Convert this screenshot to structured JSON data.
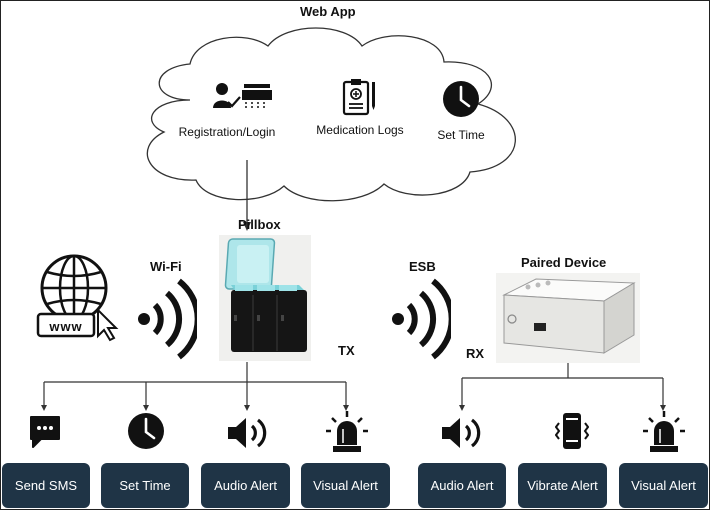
{
  "web_app": {
    "title": "Web App",
    "items": [
      {
        "label": "Registration/Login",
        "icon": "user-check-printer-icon"
      },
      {
        "label": "Medication Logs",
        "icon": "clipboard-pen-icon"
      },
      {
        "label": "Set Time",
        "icon": "clock-icon"
      }
    ]
  },
  "pillbox": {
    "title": "Pillbox",
    "image": "pillbox-device-illustration",
    "tx_label": "TX"
  },
  "wifi": {
    "label": "Wi-Fi",
    "icon": "wifi-signal-icon",
    "globe_icon": "globe-www-icon",
    "globe_text": "www"
  },
  "esb": {
    "label": "ESB",
    "icon": "esb-signal-icon"
  },
  "paired_device": {
    "title": "Paired Device",
    "image": "paired-device-illustration",
    "rx_label": "RX"
  },
  "left_outputs": [
    {
      "label": "Send SMS",
      "icon": "sms-chat-icon"
    },
    {
      "label": "Set Time",
      "icon": "clock-icon"
    },
    {
      "label": "Audio Alert",
      "icon": "speaker-icon"
    },
    {
      "label": "Visual Alert",
      "icon": "alarm-light-icon"
    }
  ],
  "right_outputs": [
    {
      "label": "Audio Alert",
      "icon": "speaker-icon"
    },
    {
      "label": "Vibrate Alert",
      "icon": "vibrating-phone-icon"
    },
    {
      "label": "Visual Alert",
      "icon": "alarm-light-icon"
    }
  ],
  "colors": {
    "button_bg": "#1f3446",
    "button_text": "#ffffff",
    "line": "#333333"
  }
}
